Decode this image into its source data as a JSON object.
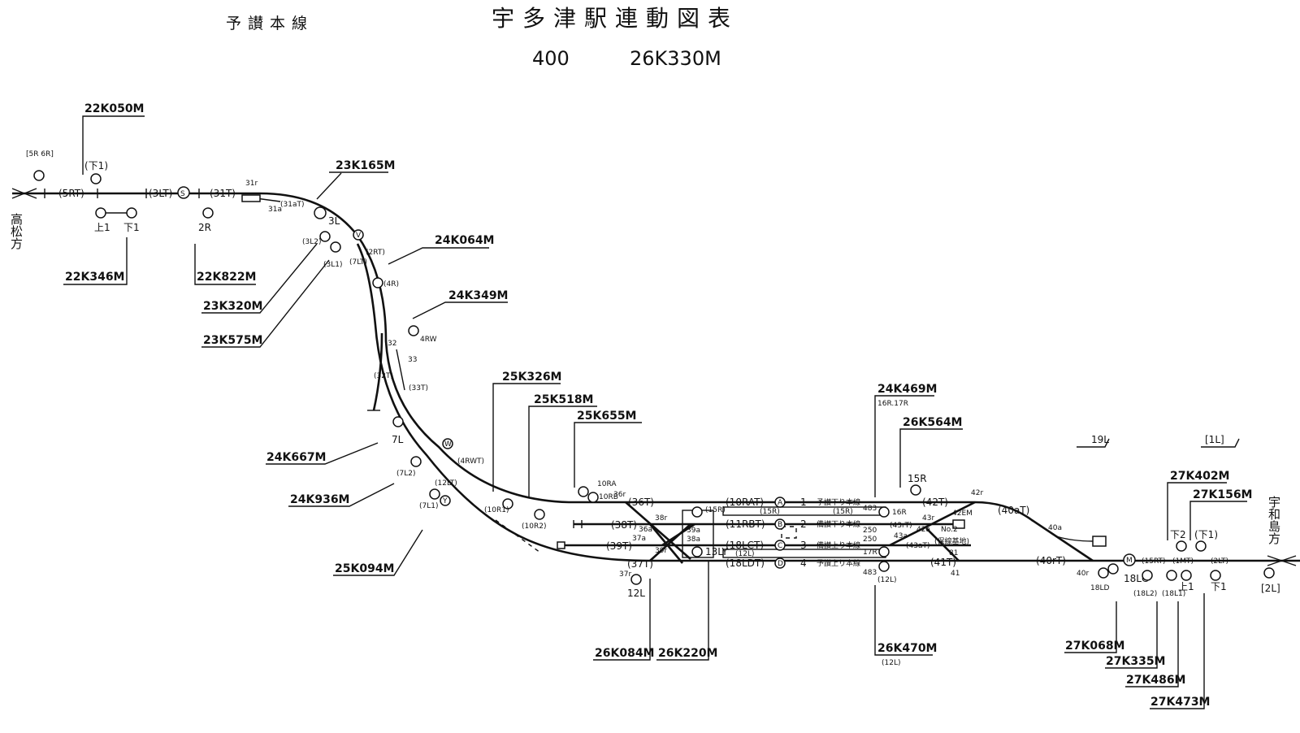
{
  "header": {
    "line_name": "予讃本線",
    "title": "宇多津駅連動図表",
    "number": "400",
    "station_km": "26K330M"
  },
  "directions": {
    "left": "高松方",
    "right": "宇和島方"
  },
  "km_markers": [
    "22K050M",
    "22K346M",
    "22K822M",
    "23K165M",
    "23K320M",
    "23K575M",
    "24K064M",
    "24K349M",
    "24K667M",
    "24K936M",
    "25K094M",
    "25K326M",
    "25K518M",
    "25K655M",
    "26K084M",
    "26K220M",
    "24K469M",
    "26K564M",
    "26K470M",
    "27K402M",
    "27K156M",
    "27K068M",
    "27K335M",
    "27K486M",
    "27K473M"
  ],
  "km_notes": {
    "k24469": "16R.17R",
    "k26470": "(12L)"
  },
  "track_circuits": {
    "t5RT": "(5RT)",
    "t3LT": "(3LT)",
    "t31T": "(31T)",
    "t31aT": "(31aT)",
    "t2RT": "(2RT)",
    "t7LT": "(7LT)",
    "t32T": "(32T)",
    "t33T": "(33T)",
    "t4RWT": "(4RWT)",
    "t12LT": "(12LT)",
    "t36T": "(36T)",
    "t38T": "(38T)",
    "t39T": "(39T)",
    "t37T": "(37T)",
    "t10RAT": "(10RAT)",
    "t11RBT": "(11RBT)",
    "t18LCT": "(18LCT)",
    "t18LDT": "(18LDT)",
    "t42T": "(42T)",
    "t43rT": "(43rT)",
    "t43aT": "(43aT)",
    "t41T": "(41T)",
    "t40aT": "(40aT)",
    "t40rT": "(40rT)",
    "t15RT": "(15RT)",
    "t1MT": "(1MT)",
    "t2LT": "(2LT)"
  },
  "signals": {
    "s5R6R": "[5R 6R]",
    "sF1a": "(下1)",
    "sUp1": "上1",
    "sDown1": "下1",
    "s2R": "2R",
    "s3L": "3L",
    "s3L2": "(3L2)",
    "s3L1": "(3L1)",
    "s4R": "(4R)",
    "s4RW": "4RW",
    "s7L": "7L",
    "s7L2": "(7L2)",
    "s7L1": "(7L1)",
    "s10R1": "(10R1)",
    "s10R2": "(10R2)",
    "s10RA": "10RA",
    "s10RB": "10RB",
    "s15R": "(15R)",
    "s13LY": "13LY",
    "s12L": "12L",
    "s16R": "16R",
    "s17R": "17R",
    "s15R2": "15R",
    "s12Lb": "(12L)",
    "s18LD": "18LD",
    "s18LC": "18LC",
    "s18L2": "(18L2)",
    "s18L1": "(18L1)",
    "sDown2": "下2",
    "sF1b": "(下1)",
    "sUp1b": "上1",
    "sDown1b": "下1",
    "s2L": "[2L]",
    "s19L": "19L",
    "s1L": "[1L]"
  },
  "switches": {
    "p31r": "31r",
    "p31a": "31a",
    "p32": "32",
    "p33": "33",
    "p36r": "36r",
    "p36a": "36a",
    "p38r": "38r",
    "p38a": "38a",
    "p39a": "39a",
    "p39r": "39r",
    "p37a": "37a",
    "p37r": "37r",
    "p42r": "42r",
    "p43r": "43r",
    "p43a": "43a",
    "p42EM": "42EM",
    "p42a": "42a",
    "pNo2": "No.2",
    "p81": "81",
    "p41": "41",
    "p40a": "40a",
    "p40r": "40r"
  },
  "tracks": {
    "track1": "1",
    "track2": "2",
    "track3": "3",
    "track4": "4",
    "name1": "予讃下り本線",
    "name2": "備讃下り本線",
    "name3": "備讃上り本線",
    "name4": "予讃上り本線",
    "name_siding": "(保線基地)",
    "letterA": "A",
    "letterB": "B",
    "letterC": "C",
    "letterD": "D",
    "note15R": "(15R)",
    "note15Rb": "(15R)",
    "note12L": "(12L)",
    "d483": "483",
    "d250": "250",
    "d250b": "250",
    "d483b": "483"
  },
  "markers": {
    "S": "S",
    "V": "V",
    "W": "W",
    "Y": "Y",
    "M": "M"
  }
}
